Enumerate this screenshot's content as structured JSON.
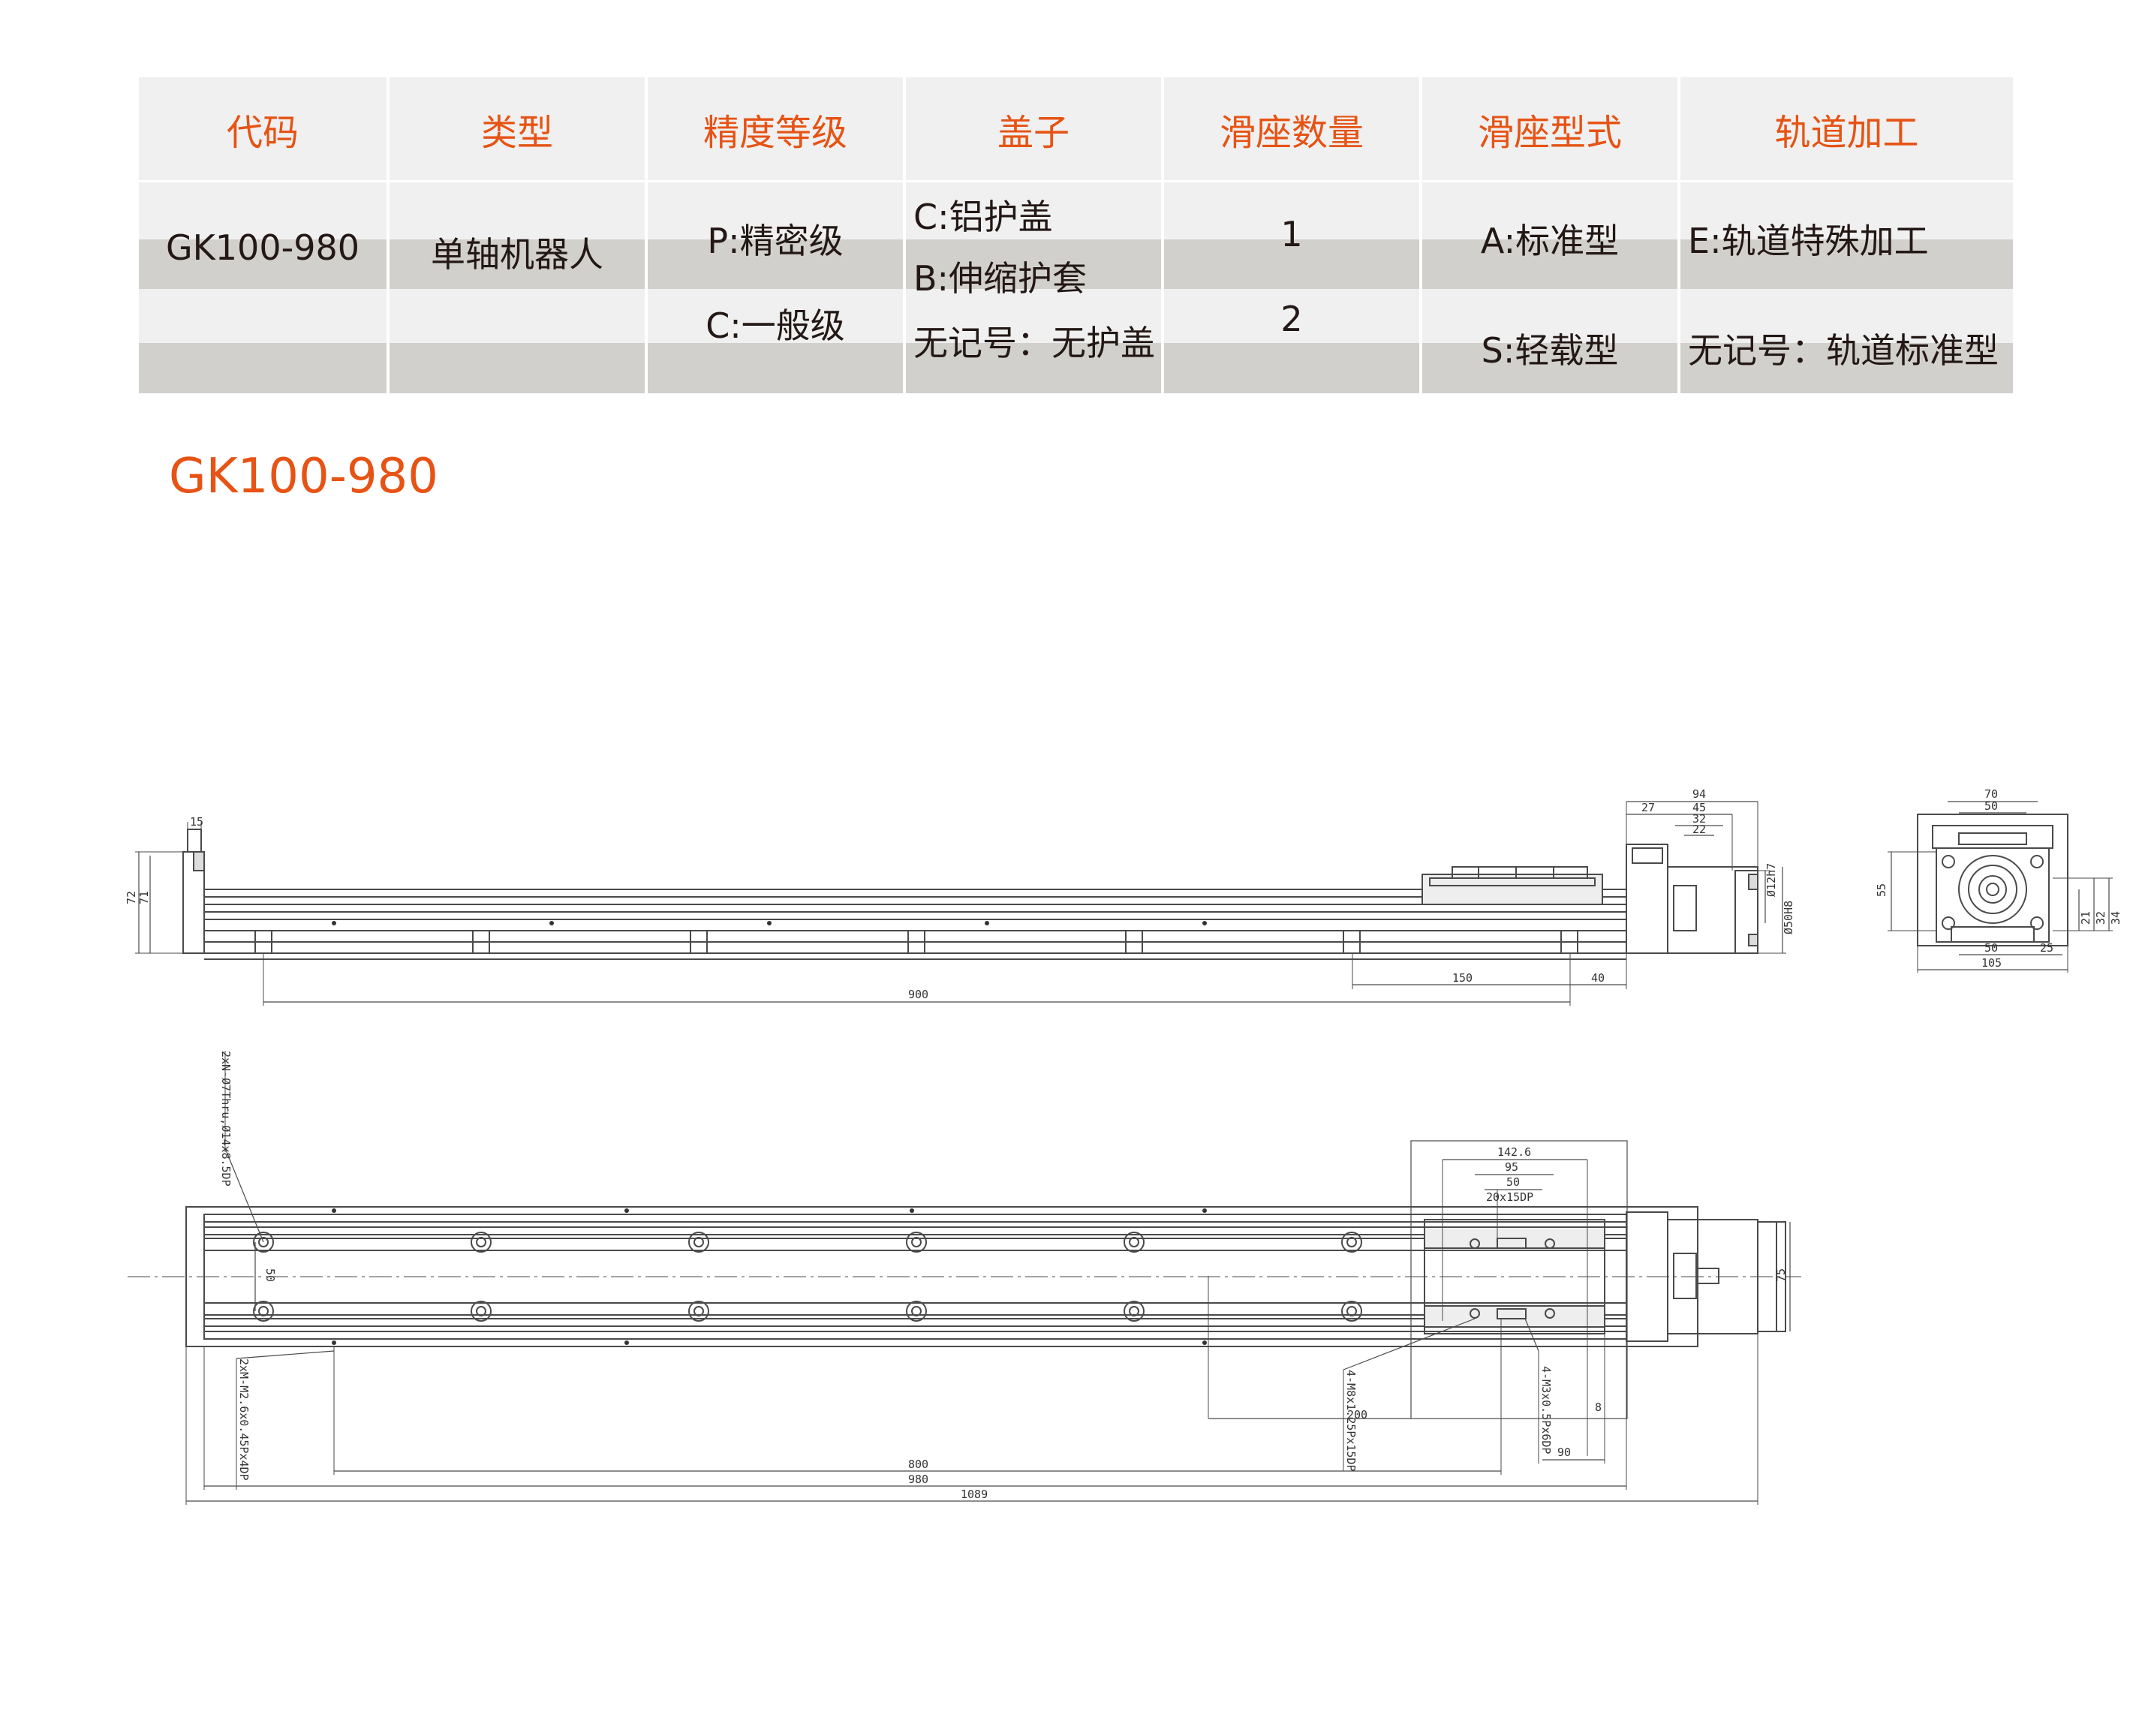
{
  "table": {
    "headers": [
      "代码",
      "类型",
      "精度等级",
      "盖子",
      "滑座数量",
      "滑座型式",
      "轨道加工"
    ],
    "code": "GK100-980",
    "type": "单轴机器人",
    "precision": [
      "P:精密级",
      "C:一般级"
    ],
    "cover": [
      "C:铝护盖",
      "B:伸缩护套",
      "无记号：无护盖"
    ],
    "slider_count": [
      "1",
      "2"
    ],
    "slider_type": [
      "A:标准型",
      "S:轻载型"
    ],
    "rail_processing": [
      "E:轨道特殊加工",
      "无记号：轨道标准型"
    ]
  },
  "model_title": "GK100-980",
  "colors": {
    "accent": "#e65314",
    "line": "#4a4a4a",
    "table_light": "#f0f0f0",
    "table_dark": "#d2d0cc"
  },
  "side_view": {
    "dim_15": "15",
    "dim_72": "72",
    "dim_71": "71",
    "dim_900": "900",
    "dim_150": "150",
    "dim_40": "40",
    "dim_94": "94",
    "dim_27": "27",
    "dim_45": "45",
    "dim_32": "32",
    "dim_22": "22",
    "dim_d12": "Ø12h7",
    "dim_d50": "Ø50H8"
  },
  "end_view": {
    "dim_70": "70",
    "dim_50_top": "50",
    "dim_55": "55",
    "dim_21": "21",
    "dim_32": "32",
    "dim_34": "34",
    "dim_50_bottom": "50",
    "dim_25": "25",
    "dim_105": "105"
  },
  "top_view": {
    "hole_note": "2xN-Ø7Thru,Ø14x8.5DP",
    "dim_50": "50",
    "tap_note": "2xM-M2.6x0.45Px4DP",
    "dim_142_6": "142.6",
    "dim_95": "95",
    "dim_50b": "50",
    "dim_20x15": "20x15DP",
    "dim_75": "75",
    "slider_tap_1": "4-M8x1.25Px15DP",
    "dim_200": "200",
    "slider_tap_2": "4-M3x0.5Px6DP",
    "dim_8": "8",
    "dim_90": "90",
    "dim_800": "800",
    "dim_980": "980",
    "dim_1089": "1089"
  }
}
